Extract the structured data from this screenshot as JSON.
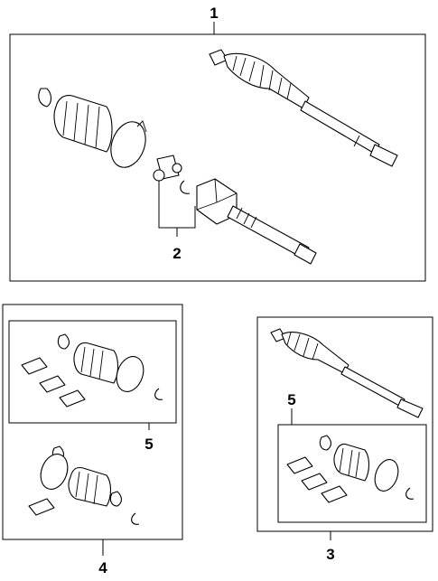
{
  "callouts": {
    "c1": "1",
    "c2": "2",
    "c3": "3",
    "c4": "4",
    "c5_left": "5",
    "c5_right": "5"
  },
  "colors": {
    "line": "#000000",
    "background": "#ffffff"
  }
}
